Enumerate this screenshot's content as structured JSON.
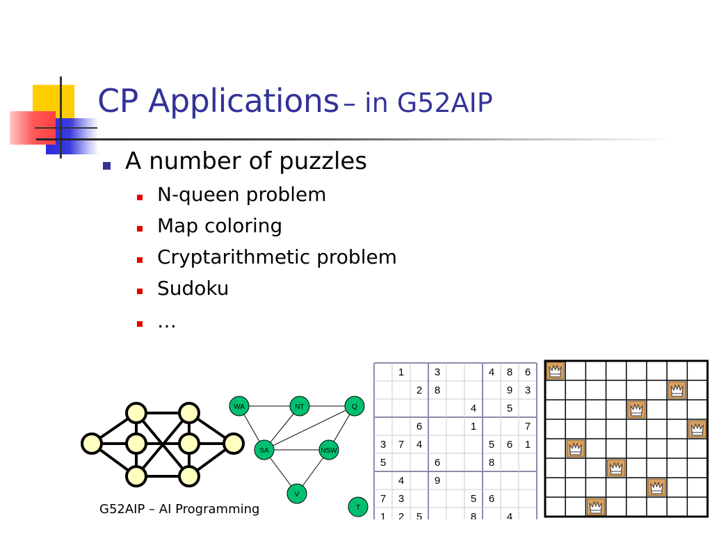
{
  "slide": {
    "title": "CP Applications",
    "title_suffix": "– in G52AIP",
    "bullet": "A number of puzzles",
    "subbullets": [
      "N-queen problem",
      "Map coloring",
      "Cryptarithmetic problem",
      "Sudoku",
      "…"
    ],
    "footer": "G52AIP – AI Programming"
  },
  "colors": {
    "title": "#333399",
    "bullet_l1": "#333399",
    "bullet_l2": "#e60000",
    "map_node": "#00c070",
    "graph_node": "#ffffc0",
    "queen_cell": "#d8a060"
  },
  "map_nodes": [
    "WA",
    "NT",
    "Q",
    "SA",
    "NSW",
    "V",
    "T"
  ],
  "sudoku": [
    [
      "",
      "1",
      "",
      "3",
      "",
      "",
      "4",
      "8",
      "6"
    ],
    [
      "",
      "",
      "2",
      "8",
      "",
      "",
      "",
      "9",
      "3"
    ],
    [
      "",
      "",
      "",
      "",
      "",
      "4",
      "",
      "5",
      ""
    ],
    [
      "",
      "",
      "6",
      "",
      "",
      "1",
      "",
      "",
      "7"
    ],
    [
      "3",
      "7",
      "4",
      "",
      "",
      "",
      "5",
      "6",
      "1"
    ],
    [
      "5",
      "",
      "",
      "6",
      "",
      "",
      "8",
      "",
      ""
    ],
    [
      "",
      "4",
      "",
      "9",
      "",
      "",
      "",
      "",
      ""
    ],
    [
      "7",
      "3",
      "",
      "",
      "",
      "5",
      "6",
      "",
      ""
    ],
    [
      "1",
      "2",
      "5",
      "",
      "",
      "8",
      "",
      "4",
      ""
    ]
  ],
  "queens_columns_by_row": [
    0,
    6,
    4,
    7,
    1,
    3,
    5,
    2
  ],
  "queen_icon": "queen-icon"
}
